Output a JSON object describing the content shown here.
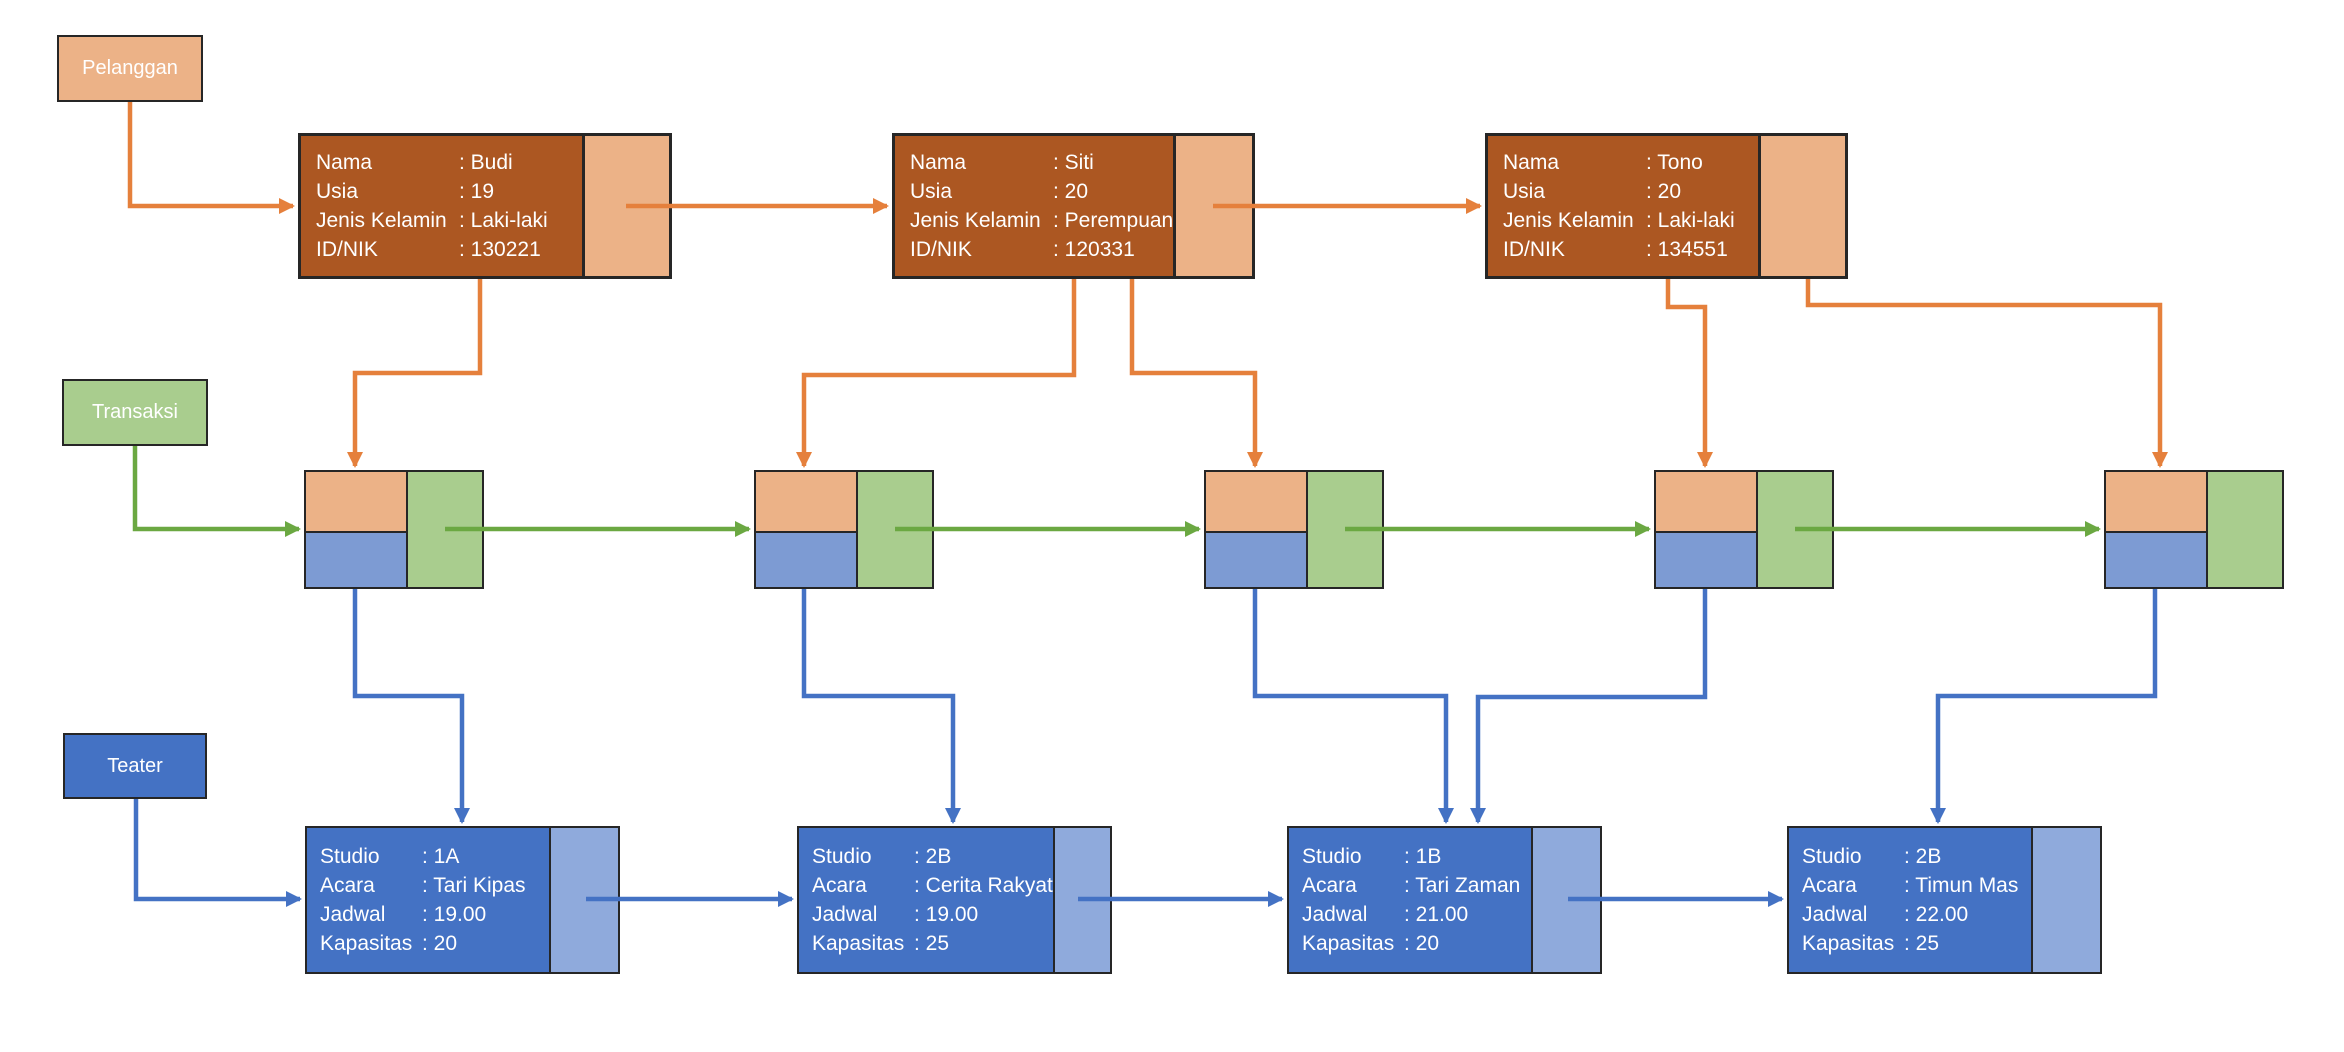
{
  "legend": {
    "pelanggan": "Pelanggan",
    "transaksi": "Transaksi",
    "teater": "Teater"
  },
  "customers": [
    {
      "fields": [
        {
          "label": "Nama",
          "value": ": Budi"
        },
        {
          "label": "Usia",
          "value": ": 19"
        },
        {
          "label": "Jenis Kelamin",
          "value": ": Laki-laki"
        },
        {
          "label": "ID/NIK",
          "value": ": 130221"
        }
      ]
    },
    {
      "fields": [
        {
          "label": "Nama",
          "value": ": Siti"
        },
        {
          "label": "Usia",
          "value": ": 20"
        },
        {
          "label": "Jenis Kelamin",
          "value": ": Perempuan"
        },
        {
          "label": "ID/NIK",
          "value": ": 120331"
        }
      ]
    },
    {
      "fields": [
        {
          "label": "Nama",
          "value": ": Tono"
        },
        {
          "label": "Usia",
          "value": ": 20"
        },
        {
          "label": "Jenis Kelamin",
          "value": ": Laki-laki"
        },
        {
          "label": "ID/NIK",
          "value": ": 134551"
        }
      ]
    }
  ],
  "transaction_node_count": 5,
  "theaters": [
    {
      "fields": [
        {
          "label": "Studio",
          "value": ": 1A"
        },
        {
          "label": "Acara",
          "value": ": Tari Kipas"
        },
        {
          "label": "Jadwal",
          "value": ": 19.00"
        },
        {
          "label": "Kapasitas",
          "value": ": 20"
        }
      ]
    },
    {
      "fields": [
        {
          "label": "Studio",
          "value": ": 2B"
        },
        {
          "label": "Acara",
          "value": ": Cerita Rakyat"
        },
        {
          "label": "Jadwal",
          "value": ": 19.00"
        },
        {
          "label": "Kapasitas",
          "value": ": 25"
        }
      ]
    },
    {
      "fields": [
        {
          "label": "Studio",
          "value": ": 1B"
        },
        {
          "label": "Acara",
          "value": ": Tari Zaman"
        },
        {
          "label": "Jadwal",
          "value": ": 21.00"
        },
        {
          "label": "Kapasitas",
          "value": ": 20"
        }
      ]
    },
    {
      "fields": [
        {
          "label": "Studio",
          "value": ": 2B"
        },
        {
          "label": "Acara",
          "value": ": Timun Mas"
        },
        {
          "label": "Jadwal",
          "value": ": 22.00"
        },
        {
          "label": "Kapasitas",
          "value": ": 25"
        }
      ]
    }
  ],
  "colors": {
    "customer_body": "#AC5722",
    "customer_pointer": "#ECB287",
    "orange_arrow": "#E5803C",
    "green_cell": "#A9CD8E",
    "green_arrow": "#6BA842",
    "blue_main": "#4472C4",
    "blue_arrow": "#4472C4",
    "transaction_blue_cell": "#7D9BD3",
    "theater_pointer": "#8FAADC",
    "border": "#262626",
    "text": "#FFFFFF"
  }
}
